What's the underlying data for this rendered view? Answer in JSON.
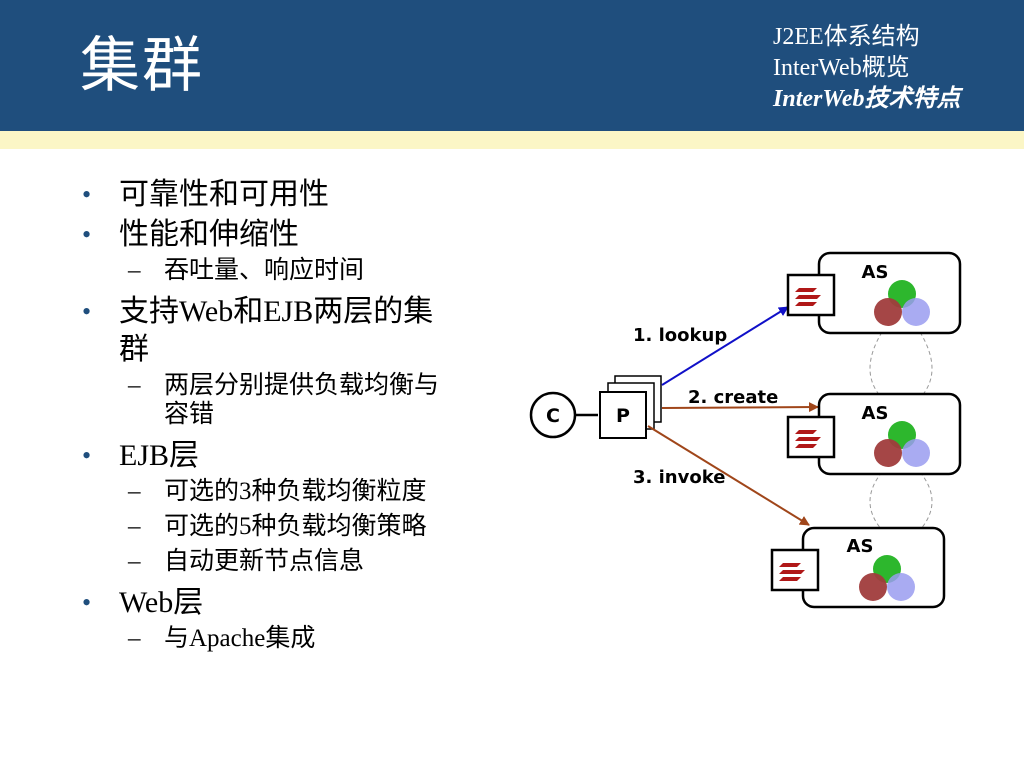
{
  "title": "集群",
  "nav": {
    "items": [
      {
        "label": "J2EE体系结构"
      },
      {
        "label": "InterWeb概览"
      },
      {
        "label": "InterWeb技术特点"
      }
    ]
  },
  "bullets": [
    {
      "text": "可靠性和可用性",
      "sub": []
    },
    {
      "text": "性能和伸缩性",
      "sub": [
        "吞吐量、响应时间"
      ]
    },
    {
      "text": "支持Web和EJB两层的集群",
      "sub": [
        "两层分别提供负载均衡与容错"
      ]
    },
    {
      "text": "EJB层",
      "sub": [
        "可选的3种负载均衡粒度",
        "可选的5种负载均衡策略",
        "自动更新节点信息"
      ]
    },
    {
      "text": "Web层",
      "sub": [
        "与Apache集成"
      ]
    }
  ],
  "diagram": {
    "client_label": "C",
    "proxy_label": "P",
    "server_label": "AS",
    "arrows": [
      {
        "label": "1. lookup",
        "color": "#1010c8"
      },
      {
        "label": "2. create",
        "color": "#a0461a"
      },
      {
        "label": "3. invoke",
        "color": "#a0461a"
      }
    ],
    "colors": {
      "green": "#22b322",
      "red": "#a03c3c",
      "blue": "#9a9cf0",
      "stub_red": "#b01818"
    }
  }
}
